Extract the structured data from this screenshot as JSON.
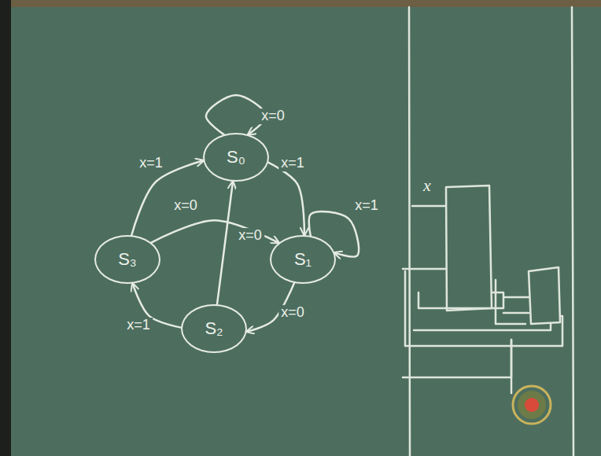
{
  "diagram": {
    "nodes": [
      {
        "text": [
          "S₀"
        ]
      },
      {
        "text": [
          "S₁"
        ]
      },
      {
        "text": [
          "S₂"
        ]
      },
      {
        "text": [
          "S₃"
        ]
      }
    ],
    "edges": [
      {
        "from": 0,
        "to": 0,
        "arrow": "to",
        "label": "x=0"
      },
      {
        "from": 0,
        "to": 1,
        "arrow": "to",
        "label": "x=1"
      },
      {
        "from": 1,
        "to": 1,
        "arrow": "to",
        "label": "x=1"
      },
      {
        "from": 1,
        "to": 2,
        "arrow": "to",
        "label": "x=0"
      },
      {
        "from": 2,
        "to": 3,
        "arrow": "to",
        "label": "x=1"
      },
      {
        "from": 2,
        "to": 0,
        "arrow": "to",
        "label": "x=0"
      },
      {
        "from": 3,
        "to": 0,
        "arrow": "to",
        "label": "x=1"
      },
      {
        "from": 3,
        "to": 1,
        "arrow": "to",
        "label": "x=0"
      }
    ],
    "labels": [
      "x"
    ]
  }
}
